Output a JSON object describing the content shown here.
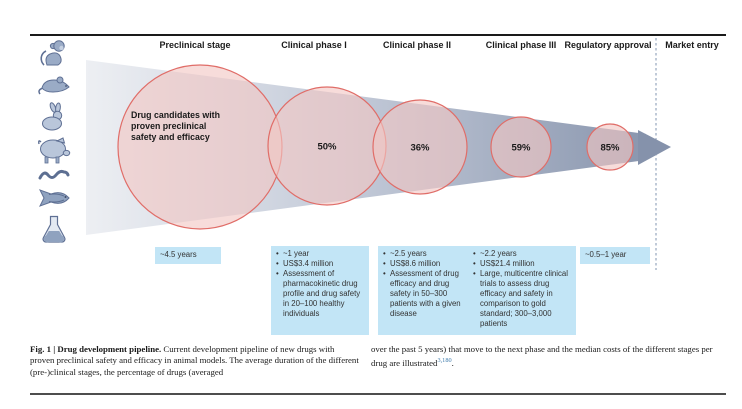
{
  "header": {
    "stages": [
      "Preclinical stage",
      "Clinical phase I",
      "Clinical phase II",
      "Clinical phase III",
      "Regulatory approval",
      "Market entry"
    ]
  },
  "funnel": {
    "big_circle_label": "Drug candidates with proven preclinical safety and efficacy",
    "pass_rates": [
      "50%",
      "36%",
      "59%",
      "85%"
    ]
  },
  "animal_models": [
    "monkey",
    "rat",
    "rabbit",
    "pig",
    "worm",
    "zebrafish",
    "flask"
  ],
  "info_boxes": {
    "preclinical": {
      "duration": "~4.5 years"
    },
    "phase1": {
      "bullets": [
        "~1 year",
        "US$3.4 million",
        "Assessment of pharmacokinetic drug profile and drug safety in 20–100 healthy individuals"
      ]
    },
    "phase2": {
      "bullets": [
        "~2.5 years",
        "US$8.6 million",
        "Assessment of drug efficacy and drug safety in 50–300 patients with a given disease"
      ]
    },
    "phase3": {
      "bullets": [
        "~2.2 years",
        "US$21.4 million",
        "Large, multicentre clinical trials to assess drug efficacy and safety in comparison to gold standard; 300–3,000 patients"
      ]
    },
    "regulatory": {
      "duration": "~0.5–1 year"
    }
  },
  "caption": {
    "fig_label": "Fig. 1 | Drug development pipeline.",
    "left_text": "Current development pipeline of new drugs with proven preclinical safety and efficacy in animal models. The average duration of the different (pre-)clinical stages, the percentage of drugs (averaged",
    "right_text": "over the past 5 years) that move to the next phase and the median costs of the different stages per drug are illustrated",
    "reference_superscript": "3,180",
    "sentence_end": "."
  },
  "colors": {
    "circle_fill": "#f6d0ce",
    "circle_stroke": "#e06d68",
    "funnel_light": "#edeff3",
    "funnel_dark": "#8592ab",
    "info_box_blue": "#c2e5f6",
    "reference_link_blue": "#3f7cad",
    "animal_icon_blue": "#9aabc6",
    "dashed_line": "#9fadc2"
  }
}
